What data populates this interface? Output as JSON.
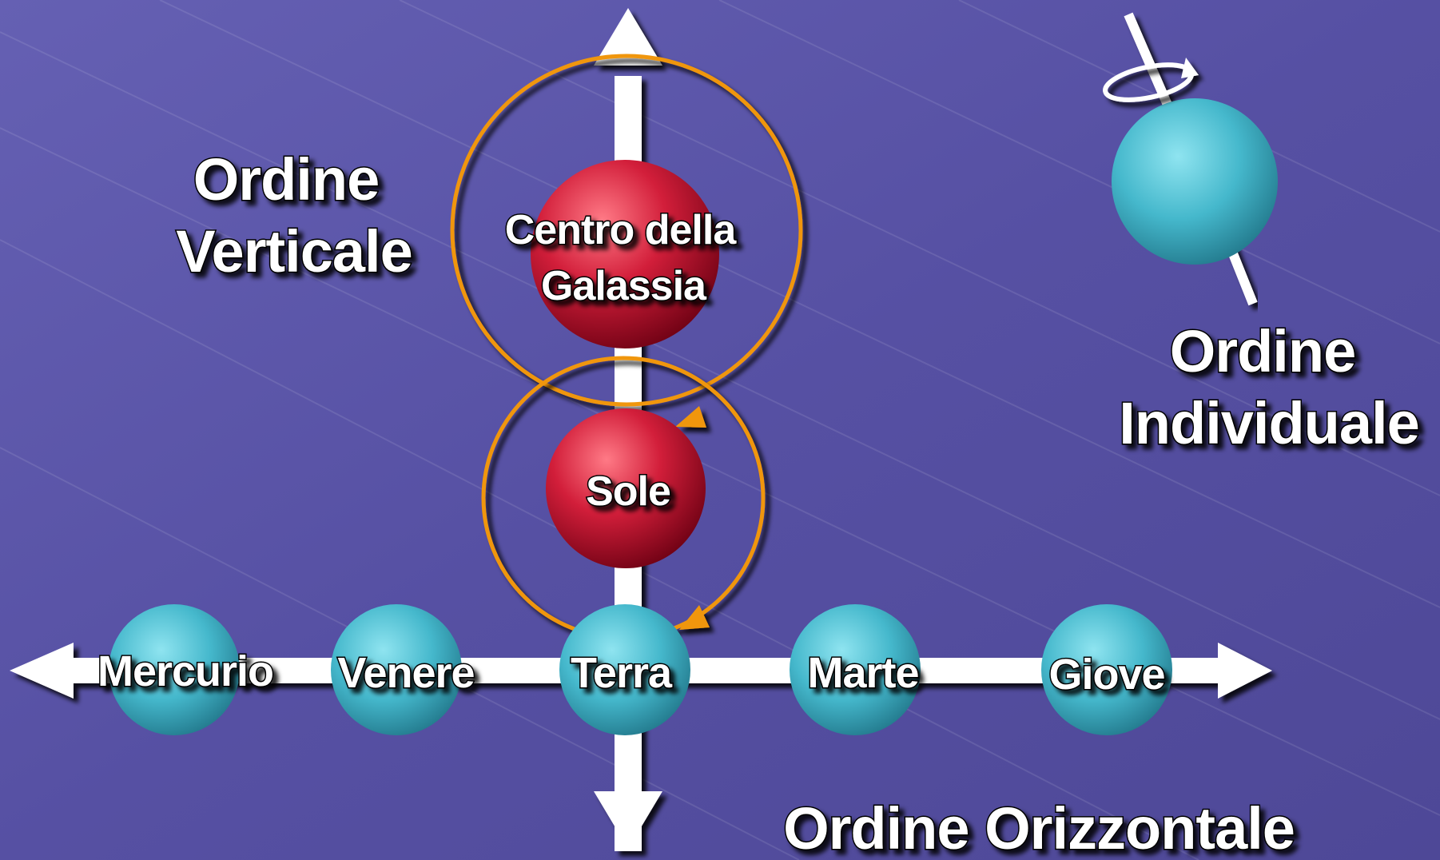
{
  "labels": {
    "vertical_line1": "Ordine",
    "vertical_line2": "Verticale",
    "individual_line1": "Ordine",
    "individual_line2": "Individuale",
    "horizontal": "Ordine Orizzontale"
  },
  "spheres": {
    "galaxy_line1": "Centro della",
    "galaxy_line2": "Galassia",
    "sun": "Sole",
    "planets": [
      "Mercurio",
      "Venere",
      "Terra",
      "Marte",
      "Giove"
    ]
  },
  "icons": {
    "individual_sphere": "spinning-sphere-icon",
    "rotation": "rotation-arrow-icon"
  },
  "colors": {
    "background": "#5a55a6",
    "orbit": "#f0960a",
    "sphere_red": "#d21e3a",
    "sphere_cyan": "#45b8cc",
    "axis": "#ffffff"
  }
}
